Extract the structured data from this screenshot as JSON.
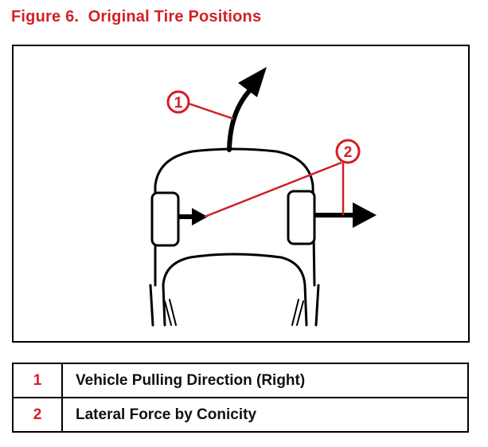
{
  "figure": {
    "title": "Figure 6.  Original Tire Positions"
  },
  "callouts": [
    {
      "number": "1"
    },
    {
      "number": "2"
    }
  ],
  "legend": [
    {
      "number": "1",
      "description": "Vehicle Pulling Direction (Right)"
    },
    {
      "number": "2",
      "description": "Lateral Force by Conicity"
    }
  ],
  "colors": {
    "accent": "#d21f26",
    "ink": "#000000"
  }
}
